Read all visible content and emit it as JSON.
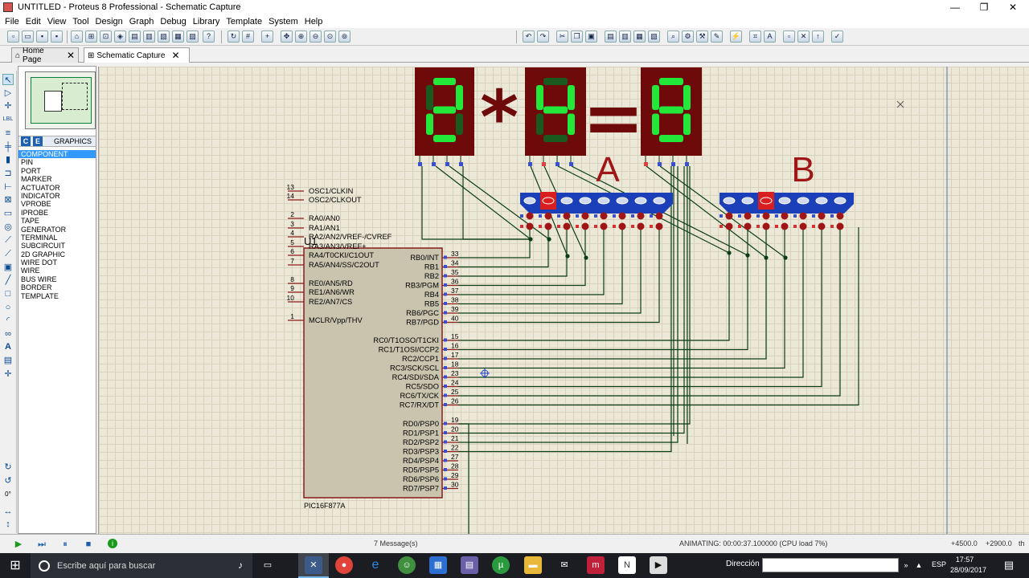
{
  "window": {
    "title": "UNTITLED - Proteus 8 Professional - Schematic Capture",
    "minimize": "—",
    "maximize": "❐",
    "close": "✕"
  },
  "menu": [
    "File",
    "Edit",
    "View",
    "Tool",
    "Design",
    "Graph",
    "Debug",
    "Library",
    "Template",
    "System",
    "Help"
  ],
  "tabs": [
    {
      "label": "Home Page",
      "close": "✕"
    },
    {
      "label": "Schematic Capture",
      "close": "✕"
    }
  ],
  "panel": {
    "btn_c": "C",
    "btn_e": "E",
    "header": "GRAPHICS",
    "modes": [
      "COMPONENT",
      "PIN",
      "PORT",
      "MARKER",
      "ACTUATOR",
      "INDICATOR",
      "VPROBE",
      "IPROBE",
      "TAPE",
      "GENERATOR",
      "TERMINAL",
      "SUBCIRCUIT",
      "2D GRAPHIC",
      "WIRE DOT",
      "WIRE",
      "BUS WIRE",
      "BORDER",
      "TEMPLATE"
    ],
    "selected": "COMPONENT",
    "rotation": "0°"
  },
  "schematic": {
    "display_chars": [
      "2",
      "*",
      "4",
      "=",
      "8"
    ],
    "label_a": "A",
    "label_b": "B",
    "chip": {
      "ref": "U1",
      "part": "PIC16F877A",
      "left_pins": [
        {
          "num": "13",
          "name": "OSC1/CLKIN"
        },
        {
          "num": "14",
          "name": "OSC2/CLKOUT"
        },
        {
          "num": "2",
          "name": "RA0/AN0"
        },
        {
          "num": "3",
          "name": "RA1/AN1"
        },
        {
          "num": "4",
          "name": "RA2/AN2/VREF-/CVREF"
        },
        {
          "num": "5",
          "name": "RA3/AN3/VREF+"
        },
        {
          "num": "6",
          "name": "RA4/T0CKI/C1OUT"
        },
        {
          "num": "7",
          "name": "RA5/AN4/SS/C2OUT"
        },
        {
          "num": "8",
          "name": "RE0/AN5/RD"
        },
        {
          "num": "9",
          "name": "RE1/AN6/WR"
        },
        {
          "num": "10",
          "name": "RE2/AN7/CS"
        },
        {
          "num": "1",
          "name": "MCLR/Vpp/THV"
        }
      ],
      "right_pins": [
        {
          "num": "33",
          "name": "RB0/INT"
        },
        {
          "num": "34",
          "name": "RB1"
        },
        {
          "num": "35",
          "name": "RB2"
        },
        {
          "num": "36",
          "name": "RB3/PGM"
        },
        {
          "num": "37",
          "name": "RB4"
        },
        {
          "num": "38",
          "name": "RB5"
        },
        {
          "num": "39",
          "name": "RB6/PGC"
        },
        {
          "num": "40",
          "name": "RB7/PGD"
        },
        {
          "num": "15",
          "name": "RC0/T1OSO/T1CKI"
        },
        {
          "num": "16",
          "name": "RC1/T1OSI/CCP2"
        },
        {
          "num": "17",
          "name": "RC2/CCP1"
        },
        {
          "num": "18",
          "name": "RC3/SCK/SCL"
        },
        {
          "num": "23",
          "name": "RC4/SDI/SDA"
        },
        {
          "num": "24",
          "name": "RC5/SDO"
        },
        {
          "num": "25",
          "name": "RC6/TX/CK"
        },
        {
          "num": "26",
          "name": "RC7/RX/DT"
        },
        {
          "num": "19",
          "name": "RD0/PSP0"
        },
        {
          "num": "20",
          "name": "RD1/PSP1"
        },
        {
          "num": "21",
          "name": "RD2/PSP2"
        },
        {
          "num": "22",
          "name": "RD3/PSP3"
        },
        {
          "num": "27",
          "name": "RD4/PSP4"
        },
        {
          "num": "28",
          "name": "RD5/PSP5"
        },
        {
          "num": "29",
          "name": "RD6/PSP6"
        },
        {
          "num": "30",
          "name": "RD7/PSP7"
        }
      ]
    }
  },
  "status": {
    "messages": "7 Message(s)",
    "animating": "ANIMATING: 00:00:37.100000 (CPU load 7%)",
    "x": "+4500.0",
    "y": "+2900.0",
    "unit": "th"
  },
  "taskbar": {
    "search_placeholder": "Escribe aquí para buscar",
    "address_label": "Dirección",
    "language": "ESP",
    "time": "17:57",
    "date": "28/09/2017"
  },
  "colors": {
    "display_on": "#22e83a",
    "display_off": "#1a5a1e",
    "display_bg": "#6e0a0a",
    "wire": "#0b3d14",
    "dip_body": "#1b3fb8",
    "chip_fill": "#c8c4ae",
    "chip_border": "#8b1a1a"
  }
}
